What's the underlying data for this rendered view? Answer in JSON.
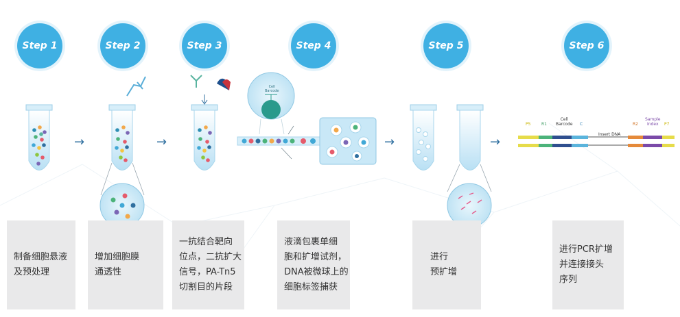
{
  "colors": {
    "step_badge": "#3fb0e3",
    "desc_box": "#e9e9ea",
    "arrow": "#2f6f9f",
    "tube_liquid": "#c9e8f7"
  },
  "steps": [
    {
      "badge": "Step 1",
      "lines": [
        "制备细胞悬液",
        "及预处理"
      ]
    },
    {
      "badge": "Step 2",
      "lines": [
        "增加细胞膜",
        "通透性"
      ]
    },
    {
      "badge": "Step 3",
      "lines": [
        "一抗结合靶向",
        "位点，二抗扩大",
        "信号，PA-Tn5",
        "切割目的片段"
      ]
    },
    {
      "badge": "Step 4",
      "lines": [
        "液滴包裹单细",
        "胞和扩增试剂，",
        "DNA被微球上的",
        "细胞标签捕获"
      ]
    },
    {
      "badge": "Step 5",
      "lines": [
        "进行",
        "预扩增"
      ]
    },
    {
      "badge": "Step 6",
      "lines": [
        "进行PCR扩增",
        "并连接接头",
        "序列"
      ]
    }
  ],
  "construct": {
    "p5": "P5",
    "r1": "R1",
    "cell_barcode_line1": "Cell",
    "cell_barcode_line2": "Barcode",
    "c": "C",
    "insert": "Insert DNA",
    "r2": "R2",
    "sample_index_line1": "Sample",
    "sample_index_line2": "Index",
    "p7": "P7"
  },
  "bead_labels": {
    "line1": "Cell",
    "line2": "Barcode"
  }
}
